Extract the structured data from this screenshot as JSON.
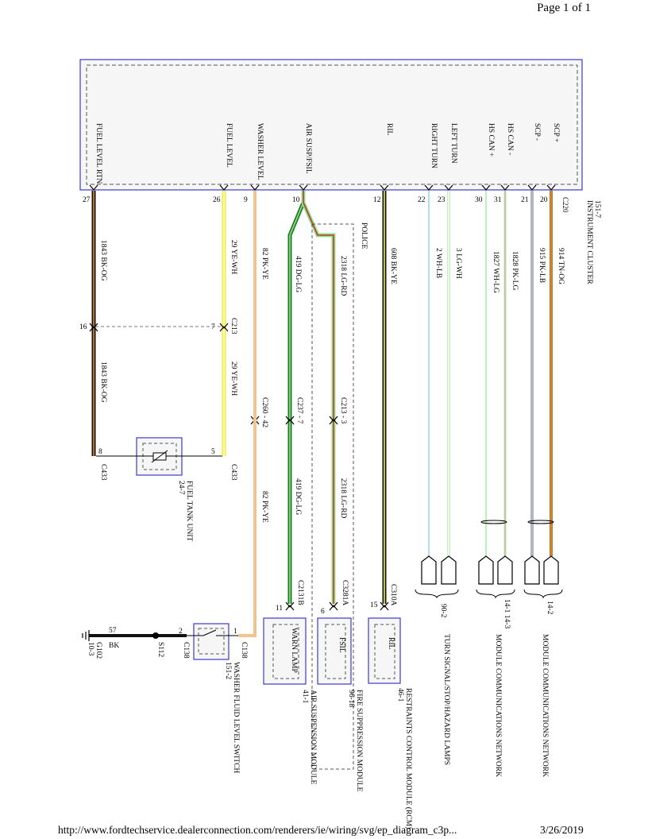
{
  "header": {
    "page": "Page 1 of 1"
  },
  "footer": {
    "url": "http://www.fordtechservice.dealerconnection.com/renderers/ie/wiring/svg/ep_diagram_c3p...",
    "date": "3/26/2019"
  },
  "cluster": {
    "name": "INSTRUMENT CLUSTER",
    "ref": "151-7",
    "connector": "C220",
    "pins": [
      {
        "label": "FUEL LEVEL RTN",
        "pin": "27"
      },
      {
        "label": "FUEL LEVEL",
        "pin": "26"
      },
      {
        "label": "WASHER LEVEL",
        "pin": "9"
      },
      {
        "label": "AIR SUSP/FSIL",
        "pin": "10"
      },
      {
        "label": "RIL",
        "pin": "12"
      },
      {
        "label": "RIGHT TURN",
        "pin": "22"
      },
      {
        "label": "LEFT TURN",
        "pin": "23"
      },
      {
        "label": "HS CAN +",
        "pin": "30"
      },
      {
        "label": "HS CAN -",
        "pin": "31"
      },
      {
        "label": "SCP -",
        "pin": "21"
      },
      {
        "label": "SCP +",
        "pin": "20"
      }
    ]
  },
  "wires": [
    {
      "circuit": "1843",
      "color": "BK-OG"
    },
    {
      "circuit": "29",
      "color": "YE-WH"
    },
    {
      "circuit": "82",
      "color": "PK-YE"
    },
    {
      "circuit": "419",
      "color": "DG-LG"
    },
    {
      "circuit": "2318",
      "color": "LG-RD"
    },
    {
      "circuit": "608",
      "color": "BK-YE"
    },
    {
      "circuit": "2",
      "color": "WH-LB"
    },
    {
      "circuit": "3",
      "color": "LG-WH"
    },
    {
      "circuit": "1827",
      "color": "WH-LG"
    },
    {
      "circuit": "1828",
      "color": "PK-LG"
    },
    {
      "circuit": "915",
      "color": "PK-LB"
    },
    {
      "circuit": "914",
      "color": "TN-OG"
    },
    {
      "circuit": "57",
      "color": "BK"
    }
  ],
  "connectors": {
    "c213": "C213",
    "c213_pin_a": "16",
    "c213_pin_b": "7",
    "c260": "C260 - 42",
    "c237": "C237 - 7",
    "c213_3": "C213 - 3",
    "c433": "C433",
    "c433_pin_a": "8",
    "c433_pin_b": "5",
    "c2131b": "C2131B",
    "c2131b_pin": "11",
    "c3281a": "C3281A",
    "c3281a_pin": "6",
    "c310a": "C310A",
    "c310a_pin": "15",
    "c138": "C138",
    "c138_pin_a": "1",
    "c138_pin_b": "2"
  },
  "police": "POLICE",
  "components": {
    "fuel_tank": {
      "name": "FUEL TANK UNIT",
      "ref": "24-7"
    },
    "washer_switch": {
      "name": "WASHER FLUID LEVEL SWITCH",
      "ref": "151-2"
    },
    "air_susp": {
      "name": "AIR SUSPENSION MODULE",
      "ref": "41-1",
      "inner": "WARN LAMP"
    },
    "fire_supp": {
      "name": "FIRE SUPPRESSION MODULE",
      "ref": "96-18",
      "inner": "FSIL"
    },
    "rcm": {
      "name": "RESTRAINTS CONTROL MODULE (RCM)",
      "ref": "46-1",
      "inner": "RIL"
    }
  },
  "splice": "S112",
  "ground": {
    "name": "G102",
    "ref": "10-3"
  },
  "destinations": [
    {
      "ref": "90-2",
      "desc": "TURN SIGNAL/STOP/HAZARD LAMPS"
    },
    {
      "ref": "14-1 14-3",
      "desc": "MODULE COMMUNICATIONS NETWORK"
    },
    {
      "ref": "14-2",
      "desc": "MODULE COMMUNICATIONS NETWORK"
    }
  ],
  "colors": {
    "box_blue": "#3b3bcc",
    "bk": "#111111",
    "og": "#e08a1e",
    "ye": "#f2ee2a",
    "pk": "#f4c48e",
    "dg": "#1f7a1f",
    "lg": "#8fe08f",
    "rd": "#c63a2a",
    "lb": "#a9d8e6",
    "wh_lg": "#b8eab8",
    "pk_lg": "#e8b8a8",
    "pk_lb": "#b898a8",
    "tn": "#b07a3a"
  }
}
